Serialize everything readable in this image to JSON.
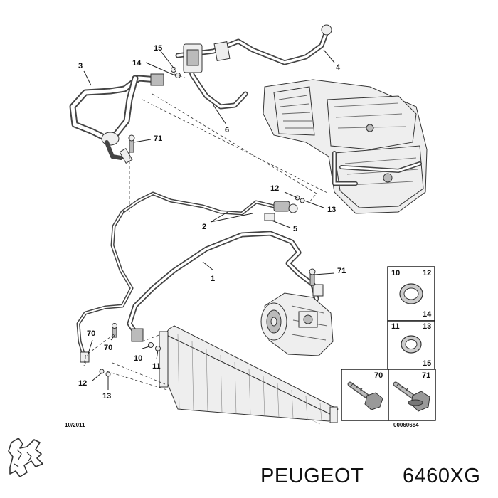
{
  "callouts": {
    "c15": "15",
    "c14": "14",
    "c3": "3",
    "c4": "4",
    "c6": "6",
    "c71a": "71",
    "c12a": "12",
    "c13a": "13",
    "c2": "2",
    "c5": "5",
    "c1": "1",
    "c71b": "71",
    "c70a": "70",
    "c70b": "70",
    "c10": "10",
    "c11": "11",
    "c12b": "12",
    "c13b": "13"
  },
  "inset": {
    "box1_left": "10",
    "box1_right": "12",
    "box1_bottom": "14",
    "box2_left": "11",
    "box2_right": "13",
    "box2_bottom": "15",
    "box3_label": "70",
    "box4_label": "71"
  },
  "meta": {
    "date_code": "10/2011",
    "ref_code": "00060684"
  },
  "caption": {
    "brand": "PEUGEOT",
    "part_number": "6460XG"
  },
  "icons": {
    "logo": "peugeot-lion-logo-icon"
  }
}
